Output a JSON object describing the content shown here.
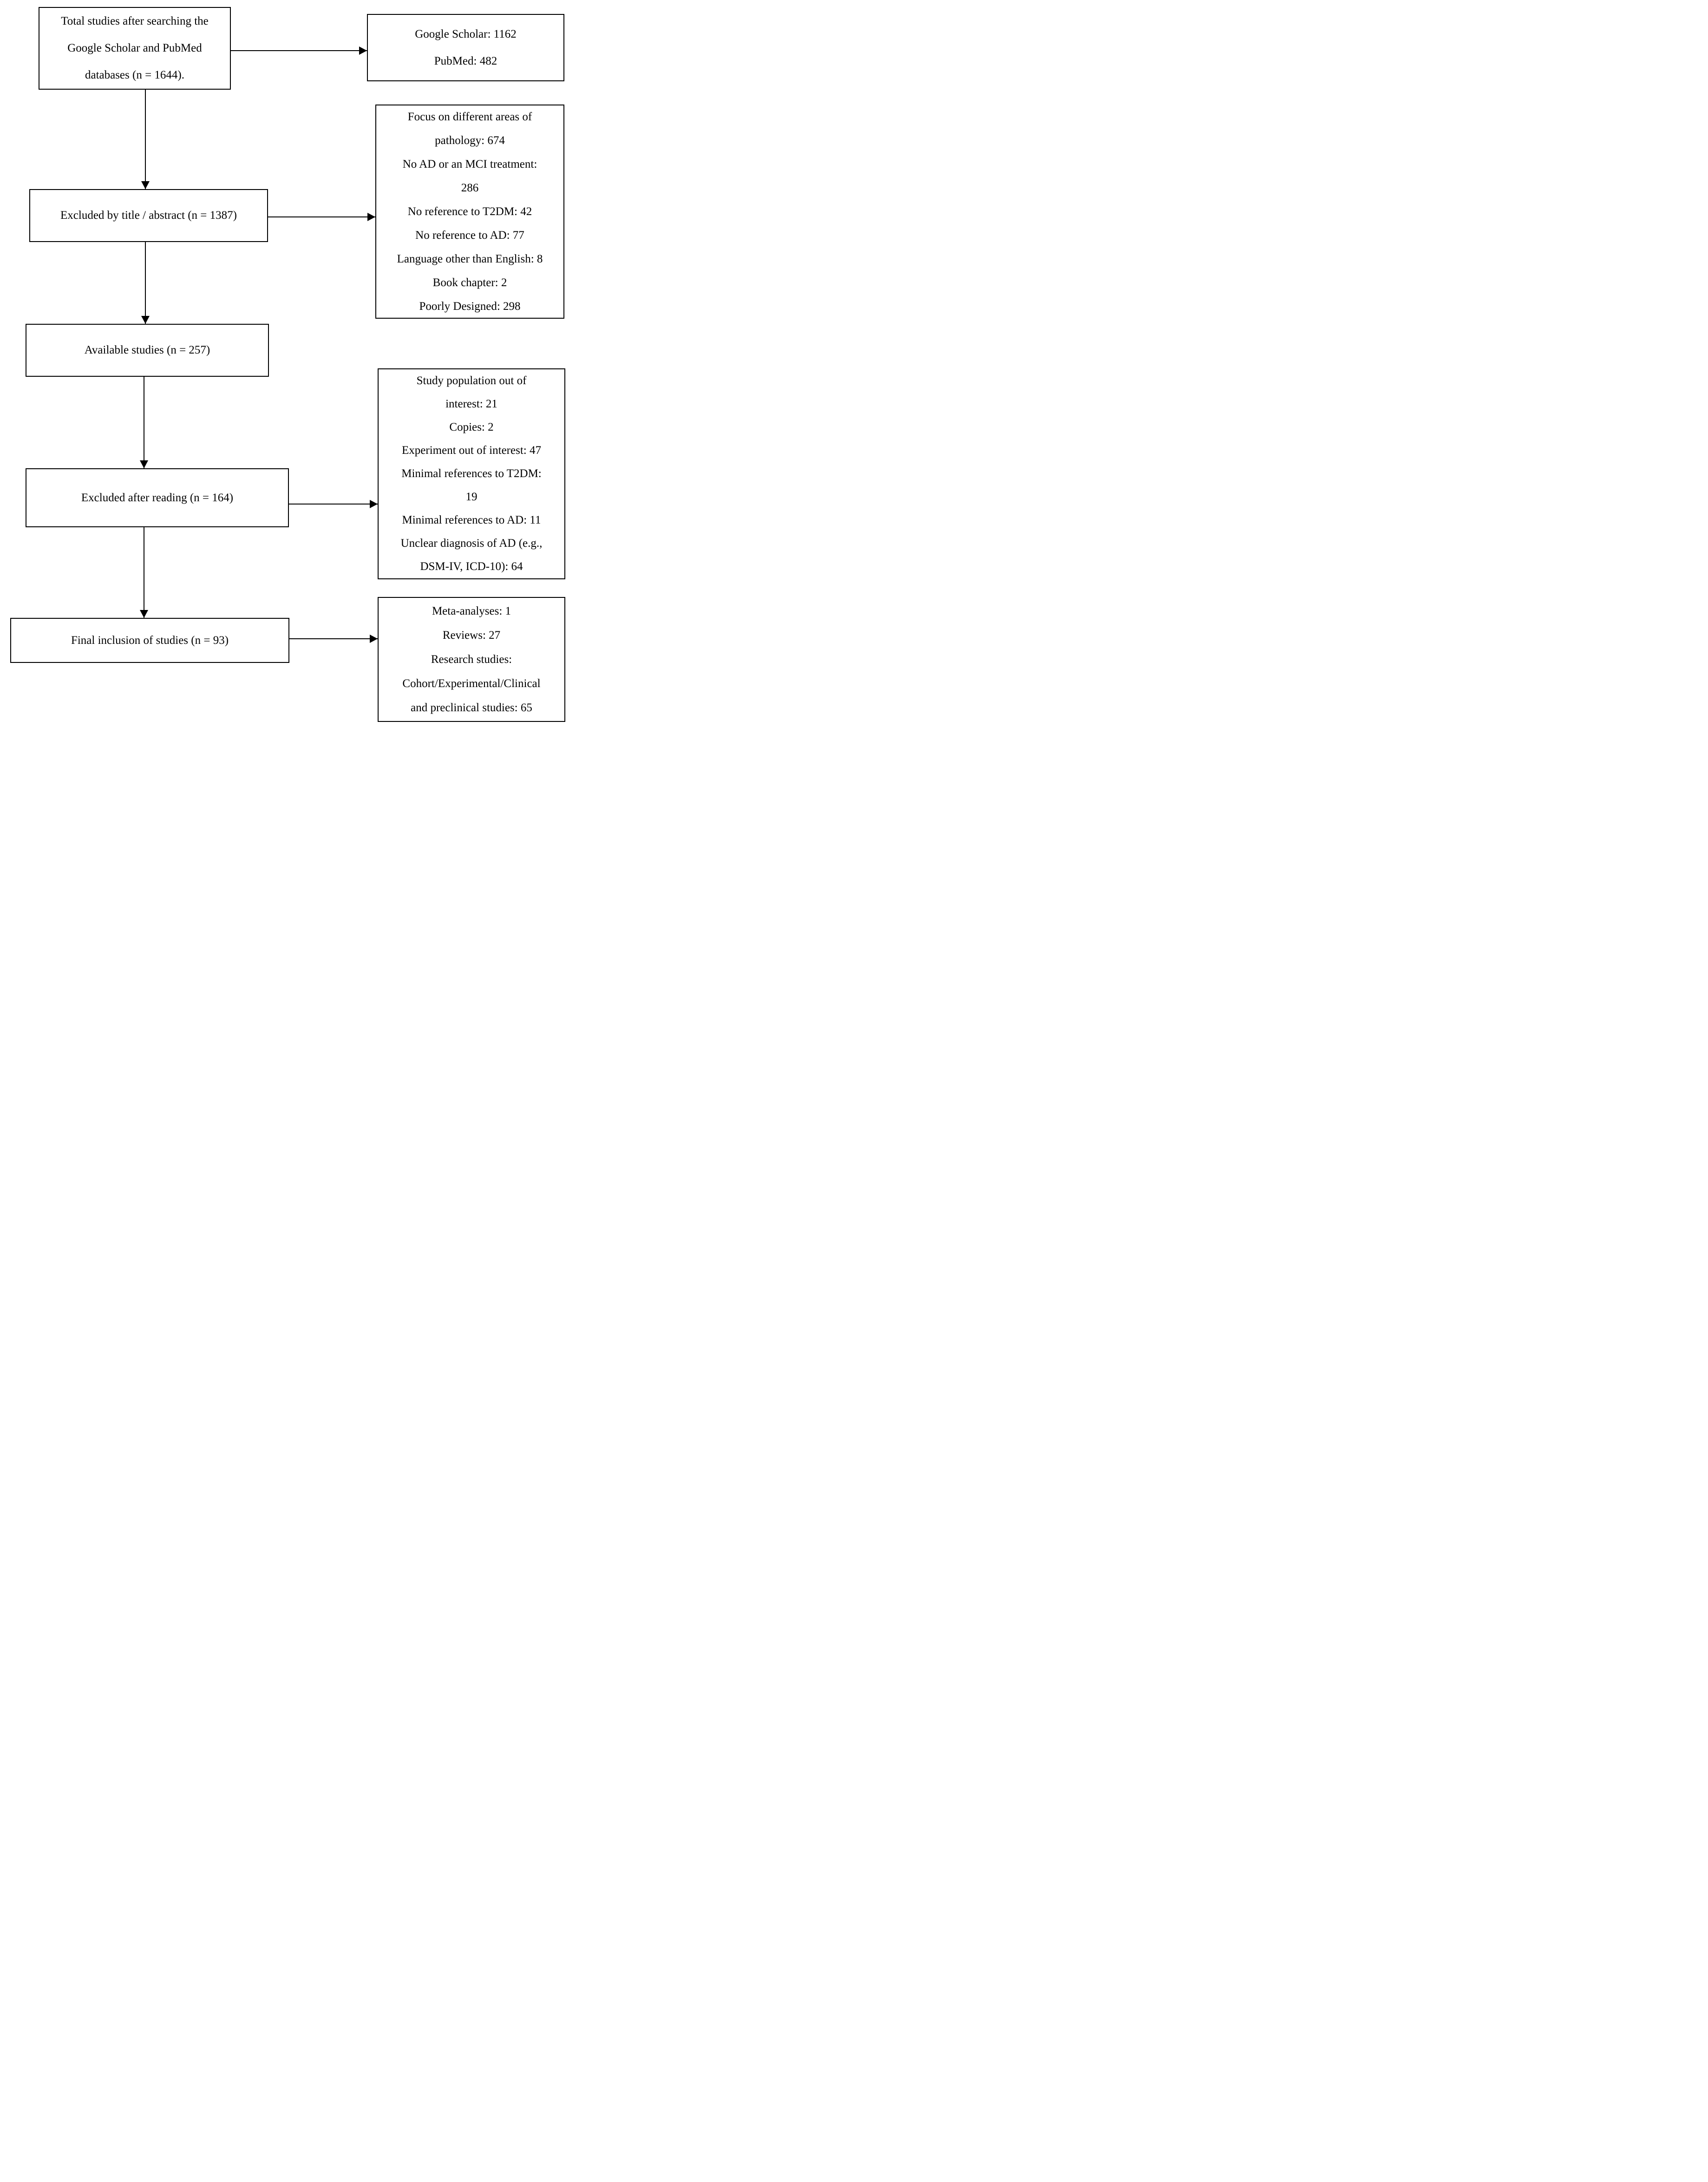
{
  "figure": {
    "type": "flowchart",
    "background_color": "#ffffff",
    "line_color": "#000000",
    "flow_boxes": {
      "total_studies": {
        "lines": [
          "Total studies after searching the",
          "Google Scholar and PubMed",
          "databases (n = 1644)."
        ]
      },
      "excluded_title_abstract": {
        "lines": [
          "Excluded by title / abstract (n = 1387)"
        ]
      },
      "available_studies": {
        "lines": [
          "Available studies (n = 257)"
        ]
      },
      "excluded_after_reading": {
        "lines": [
          "Excluded after reading (n = 164)"
        ]
      },
      "final_inclusion": {
        "lines": [
          "Final inclusion of studies (n = 93)"
        ]
      }
    },
    "detail_boxes": {
      "database_counts": {
        "lines": [
          "Google Scholar: 1162",
          "PubMed: 482"
        ]
      },
      "title_abstract_exclusion_reasons": {
        "lines": [
          "Focus on different areas of",
          "pathology: 674",
          "No AD or an MCI treatment:",
          "286",
          "No reference to T2DM: 42",
          "No reference to AD: 77",
          "Language other than English: 8",
          "Book chapter: 2",
          "Poorly Designed: 298"
        ]
      },
      "reading_exclusion_reasons": {
        "lines": [
          "Study population out of",
          "interest: 21",
          "Copies: 2",
          "Experiment out of interest: 47",
          "Minimal references to T2DM:",
          "19",
          "Minimal references to AD: 11",
          "Unclear diagnosis of AD (e.g.,",
          "DSM-IV, ICD-10): 64"
        ]
      },
      "final_inclusion_composition": {
        "lines": [
          "Meta-analyses: 1",
          "Reviews: 27",
          "Research studies:",
          "Cohort/Experimental/Clinical",
          "and preclinical studies: 65"
        ]
      }
    }
  }
}
